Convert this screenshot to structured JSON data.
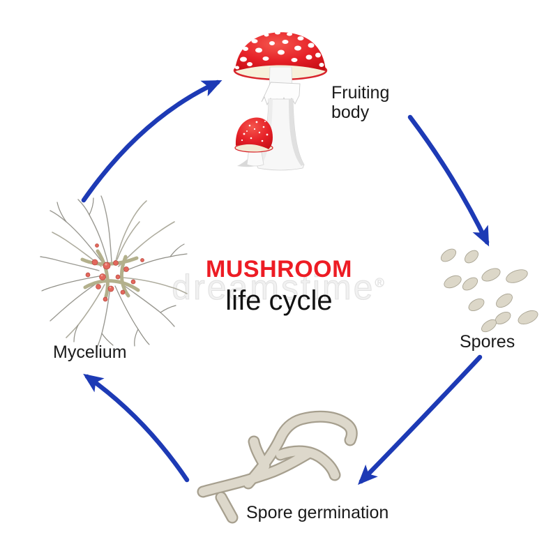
{
  "title": {
    "line1": "MUSHROOM",
    "line2": "life cycle"
  },
  "stages": {
    "fruiting_body": {
      "label": "Fruiting body"
    },
    "spores": {
      "label": "Spores"
    },
    "spore_germination": {
      "label": "Spore germination"
    },
    "mycelium": {
      "label": "Mycelium"
    }
  },
  "watermark": {
    "text": "dreamstime",
    "registered": "®"
  },
  "cycle": {
    "arrows": [
      {
        "from": "mycelium",
        "to": "fruiting_body"
      },
      {
        "from": "fruiting_body",
        "to": "spores"
      },
      {
        "from": "spores",
        "to": "spore_germination"
      },
      {
        "from": "spore_germination",
        "to": "mycelium"
      }
    ]
  },
  "colors": {
    "arrow_blue": "#1d3ab5",
    "title_red": "#ed1c24",
    "label_black": "#1a1a1a",
    "mushroom_cap_red": "#e31e24",
    "spore_beige": "#dcd7c8",
    "hypha_outline": "#a69f8e"
  }
}
